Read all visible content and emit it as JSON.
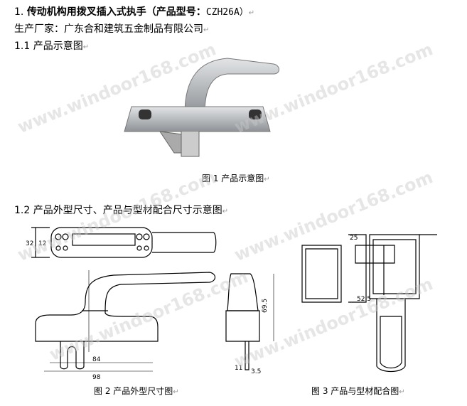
{
  "heading": {
    "number": "1.",
    "title": "传动机构用拨叉插入式执手（产品型号：",
    "model": "CZH26A）"
  },
  "manufacturer": "生产厂家：广东合和建筑五金制品有限公司",
  "section_1_1": "1.1 产品示意图",
  "figure1_caption": "图 1 产品示意图",
  "section_1_2": "1.2 产品外型尺寸、产品与型材配合尺寸示意图",
  "figure2_caption": "图 2 产品外型尺寸图",
  "figure3_caption": "图 3 产品与型材配合图",
  "dimensions": {
    "d32": "32",
    "d12": "12",
    "d84": "84",
    "d98": "98",
    "d69_5": "69.5",
    "d11": "11",
    "d3_5": "3.5",
    "d25": "25",
    "d52_5": "52.5"
  },
  "paragraph_mark": "↵",
  "watermark": "www.windoor168.com"
}
